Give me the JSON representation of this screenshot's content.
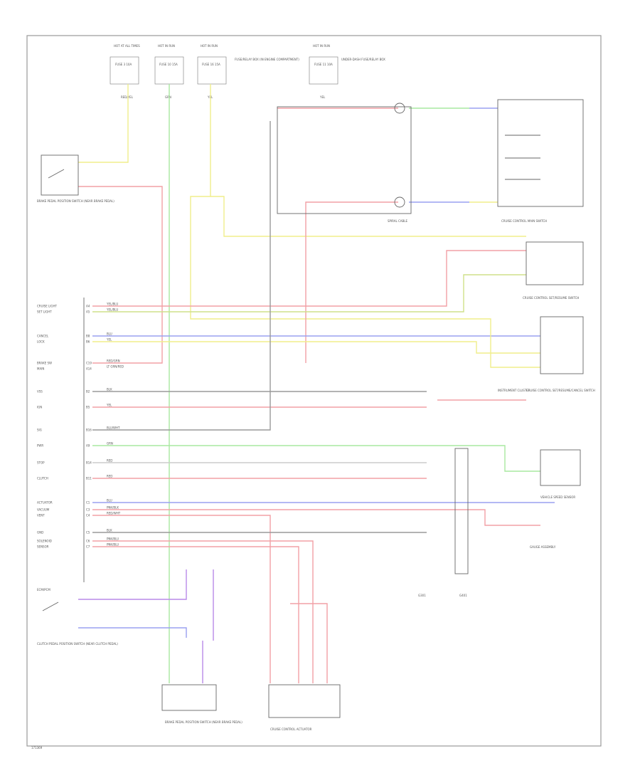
{
  "diagram": {
    "footer_code": "171369",
    "colors": {
      "red": "#f2a0a6",
      "pink": "#f5b3b8",
      "yellow": "#f0ee8c",
      "green": "#a8e8a0",
      "blue": "#9aa0f0",
      "gray": "#9a9a9a",
      "purple": "#b98ae8",
      "black": "#666666"
    },
    "fuses": [
      {
        "name": "HOT AT ALL TIMES",
        "fuse": "FUSE 3 10A",
        "wire": "RED/YEL"
      },
      {
        "name": "HOT IN RUN",
        "fuse": "FUSE 10 15A",
        "wire": "GRN"
      },
      {
        "name": "HOT IN RUN",
        "fuse": "FUSE 16 15A",
        "wire": "YEL"
      },
      {
        "name": "HOT IN RUN",
        "fuse": "FUSE 11 10A",
        "wire": "YEL"
      }
    ],
    "fuse_box_label": "FUSE/RELAY BOX (IN ENGINE COMPARTMENT)",
    "fuse_box_label_2": "UNDER-DASH FUSE/RELAY BOX",
    "components": {
      "brake_switch": "BRAKE PEDAL POSITION SWITCH (NEAR BRAKE PEDAL)",
      "spiral_cable": "SPIRAL CABLE",
      "cruise_main_switch": "CRUISE CONTROL MAIN SWITCH",
      "cruise_setresume": "CRUISE CONTROL SET/RESUME SWITCH",
      "steering_switch": "CRUISE CONTROL SET/RESUME/CANCEL SWITCH",
      "ecm": "ECM/PCM",
      "clutch_switch": "CLUTCH PEDAL POSITION SWITCH (NEAR CLUTCH PEDAL)",
      "brake_sensor": "BRAKE PEDAL POSITION SWITCH (NEAR BRAKE PEDAL)",
      "control_actuator": "CRUISE CONTROL ACTUATOR",
      "indicator_lamp": "INSTRUMENT CLUSTER",
      "ground_g301": "G301",
      "ground_g401": "G401",
      "vss": "VEHICLE SPEED SENSOR",
      "gauge_assembly": "GAUGE ASSEMBLY"
    },
    "ecm_pins": [
      {
        "name": "CRUISE LIGHT",
        "pin": "A4",
        "wire": "YEL/BLU"
      },
      {
        "name": "SET LIGHT",
        "pin": "A5",
        "wire": "YEL/BLU"
      },
      {
        "name": "CANCEL",
        "pin": "B8",
        "wire": "BLU"
      },
      {
        "name": "LOCK",
        "pin": "B6",
        "wire": "YEL"
      },
      {
        "name": "BRAKE SW",
        "pin": "C19",
        "wire": "RED/GRN"
      },
      {
        "name": "MAIN",
        "pin": "A14",
        "wire": "LT GRN/RED"
      },
      {
        "name": "VSS",
        "pin": "B2",
        "wire": "BLK"
      },
      {
        "name": "IGN",
        "pin": "B5",
        "wire": "YEL"
      },
      {
        "name": "SIG",
        "pin": "B16",
        "wire": "BLU/WHT"
      },
      {
        "name": "PWR",
        "pin": "A9",
        "wire": "GRN"
      },
      {
        "name": "STOP",
        "pin": "B14",
        "wire": "RED"
      },
      {
        "name": "CLUTCH",
        "pin": "B11",
        "wire": "RED"
      },
      {
        "name": "ACTUATOR",
        "pin": "C1",
        "wire": "BLU"
      },
      {
        "name": "VACUUM",
        "pin": "C3",
        "wire": "PNK/BLK"
      },
      {
        "name": "VENT",
        "pin": "C4",
        "wire": "RED/WHT"
      },
      {
        "name": "GND",
        "pin": "C5",
        "wire": "BLK"
      },
      {
        "name": "SOLENOID",
        "pin": "C6",
        "wire": "PNK/BLU"
      },
      {
        "name": "SENSOR",
        "pin": "C7",
        "wire": "PNK/BLU"
      }
    ]
  }
}
